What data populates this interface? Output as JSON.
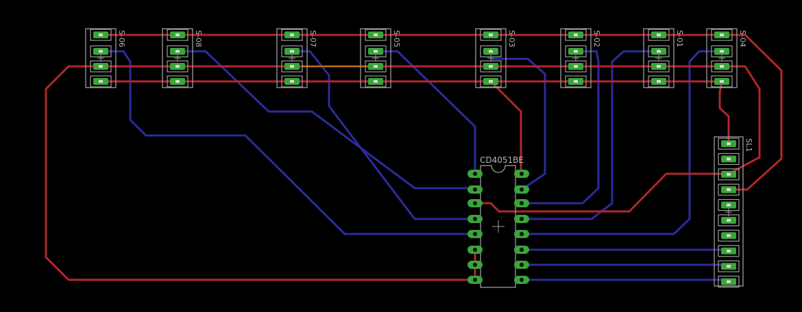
{
  "ic": {
    "label": "CD4051BE"
  },
  "connectors": [
    {
      "name": "S-06"
    },
    {
      "name": "S-08"
    },
    {
      "name": "S-07"
    },
    {
      "name": "S-05"
    },
    {
      "name": "S-03"
    },
    {
      "name": "S-02"
    },
    {
      "name": "S-01"
    },
    {
      "name": "S-04"
    }
  ],
  "header": {
    "name": "SL1"
  },
  "colors": {
    "background": "#000000",
    "top_trace": "#b3262c",
    "bottom_trace": "#2b2d9c",
    "pad": "#3aa53a",
    "silkscreen": "#9e9e9e"
  }
}
